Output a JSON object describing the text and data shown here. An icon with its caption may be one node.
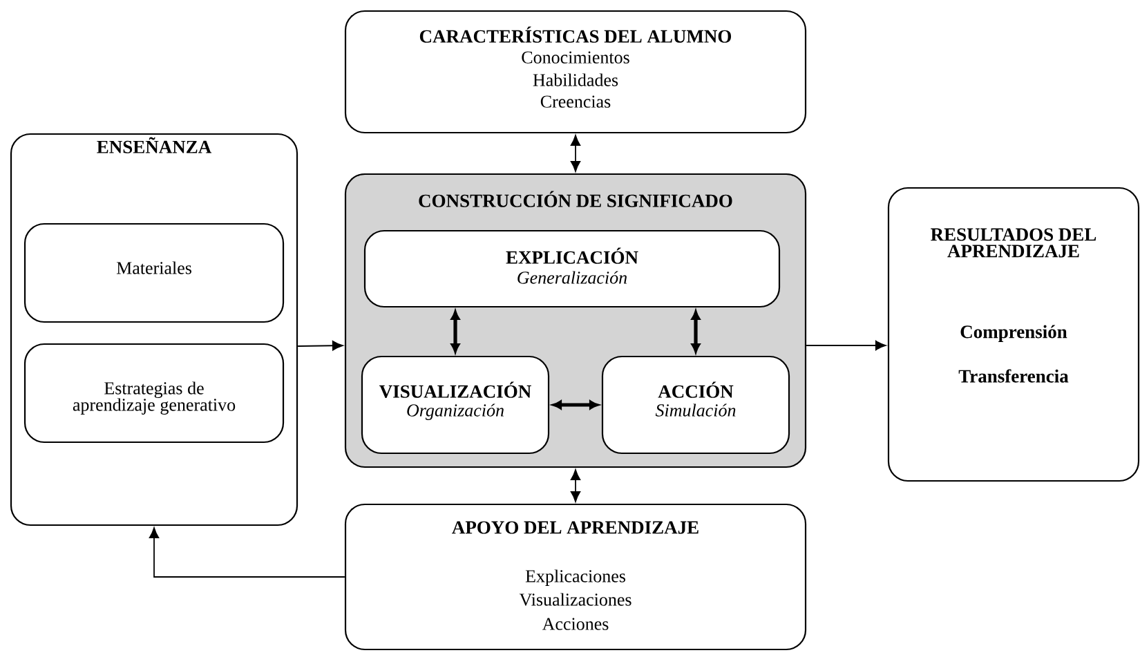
{
  "diagram": {
    "nodes": [
      {
        "text": [
          "CARACTERÍSTICAS DEL ALUMNO",
          "Conocimientos",
          "Habilidades",
          "Creencias"
        ]
      },
      {
        "text": [
          "ENSEÑANZA"
        ]
      },
      {
        "text": [
          "Materiales"
        ],
        "in": 1
      },
      {
        "text": [
          "Estrategias de aprendizaje generativo"
        ],
        "in": 1
      },
      {
        "text": [
          "CONSTRUCCIÓN DE SIGNIFICADO"
        ]
      },
      {
        "text": [
          "EXPLICACIÓN",
          "Generalización"
        ],
        "in": 4
      },
      {
        "text": [
          "VISUALIZACIÓN",
          "Organización"
        ],
        "in": 4
      },
      {
        "text": [
          "ACCIÓN",
          "Simulación"
        ],
        "in": 4
      },
      {
        "text": [
          "RESULTADOS DEL APRENDIZAJE",
          "Comprensión",
          "Transferencia"
        ]
      },
      {
        "text": [
          "APOYO DEL APRENDIZAJE",
          "Explicaciones",
          "Visualizaciones",
          "Acciones"
        ]
      }
    ],
    "edges": [
      {
        "from": 0,
        "to": 4,
        "arrow": "both"
      },
      {
        "from": 1,
        "to": 4,
        "arrow": "to"
      },
      {
        "from": 5,
        "to": 6,
        "arrow": "both",
        "style": "thick"
      },
      {
        "from": 5,
        "to": 7,
        "arrow": "both",
        "style": "thick"
      },
      {
        "from": 6,
        "to": 7,
        "arrow": "both",
        "style": "thick"
      },
      {
        "from": 4,
        "to": 8,
        "arrow": "to"
      },
      {
        "from": 4,
        "to": 9,
        "arrow": "both"
      },
      {
        "from": 9,
        "to": 1,
        "arrow": "to"
      }
    ]
  }
}
